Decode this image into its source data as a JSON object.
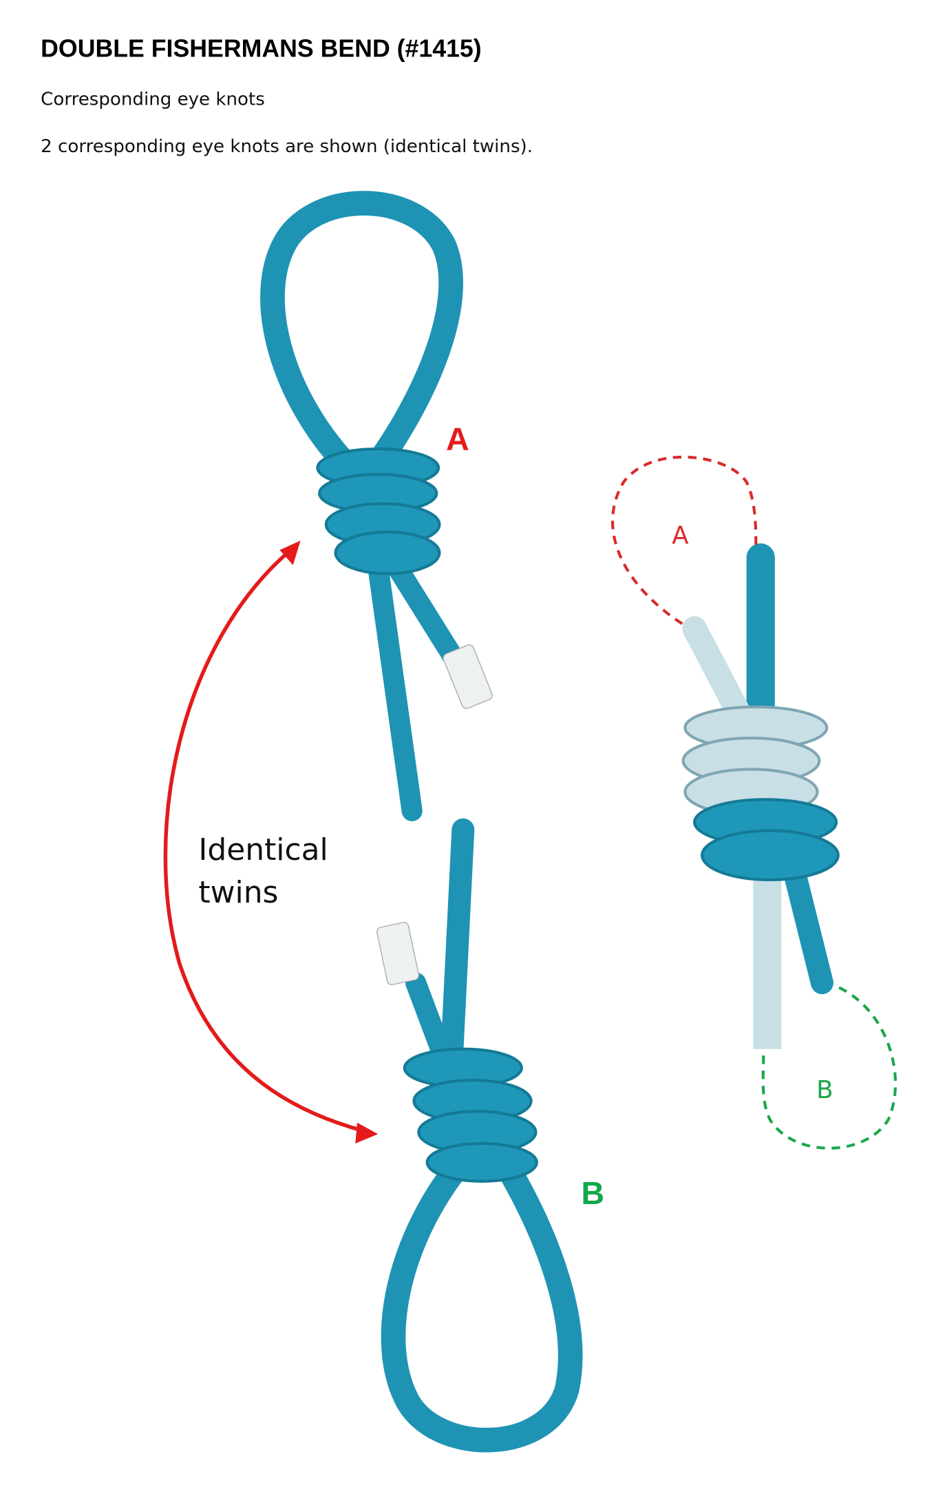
{
  "header": {
    "title": "DOUBLE FISHERMANS BEND (#1415)",
    "subtitle": "Corresponding eye knots",
    "description": "2 corresponding eye knots are shown (identical twins)."
  },
  "figure": {
    "knot_a_label": "A",
    "knot_b_label": "B",
    "annotation_line1": "Identical",
    "annotation_line2": "twins",
    "diagram_loop_a_label": "A",
    "diagram_loop_b_label": "B",
    "colors": {
      "rope": "#1e93b4",
      "label_a": "#e31b1b",
      "label_b": "#12a84a",
      "arrow": "#e31b1b"
    }
  }
}
